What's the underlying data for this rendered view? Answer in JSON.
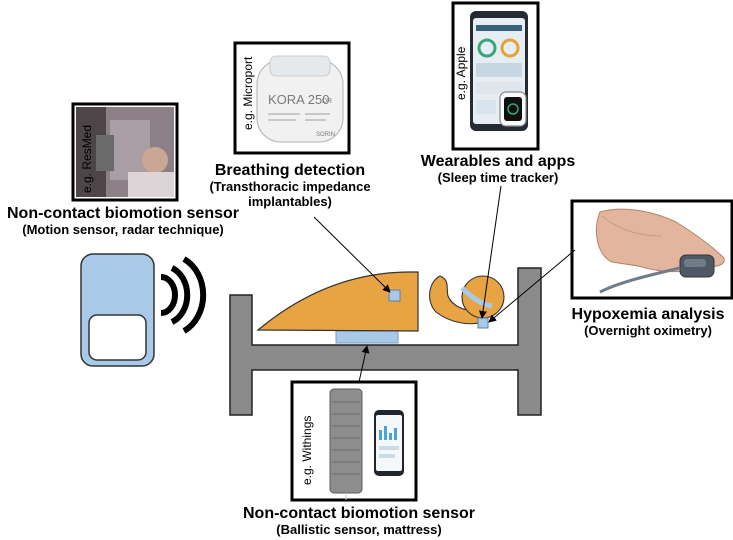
{
  "colors": {
    "bed_frame": "#8a8a8a",
    "bed_frame_stroke": "#222222",
    "body_fill": "#e8a443",
    "body_stroke": "#333333",
    "sensor_blue": "#a9c9e8",
    "sensor_blue_stroke": "#333333",
    "photo_frame": "#000000"
  },
  "labels": {
    "resmed": {
      "example": "e.g. ResMed",
      "title": "Non-contact biomotion sensor",
      "subtitle": "(Motion sensor, radar technique)"
    },
    "microport": {
      "example": "e.g. Microport",
      "title": "Breathing detection",
      "subtitle_line1": "(Transthoracic impedance",
      "subtitle_line2": "implantables)",
      "device_text": "KORA 250",
      "device_suffix": "DR",
      "device_brand": "SORIN"
    },
    "apple": {
      "example": "e.g. Apple",
      "title": "Wearables and apps",
      "subtitle": "(Sleep time tracker)"
    },
    "oximetry": {
      "title": "Hypoxemia analysis",
      "subtitle": "(Overnight oximetry)"
    },
    "withings": {
      "example": "e.g. Withings",
      "title": "Non-contact biomotion sensor",
      "subtitle": "(Ballistic sensor, mattress)"
    }
  }
}
